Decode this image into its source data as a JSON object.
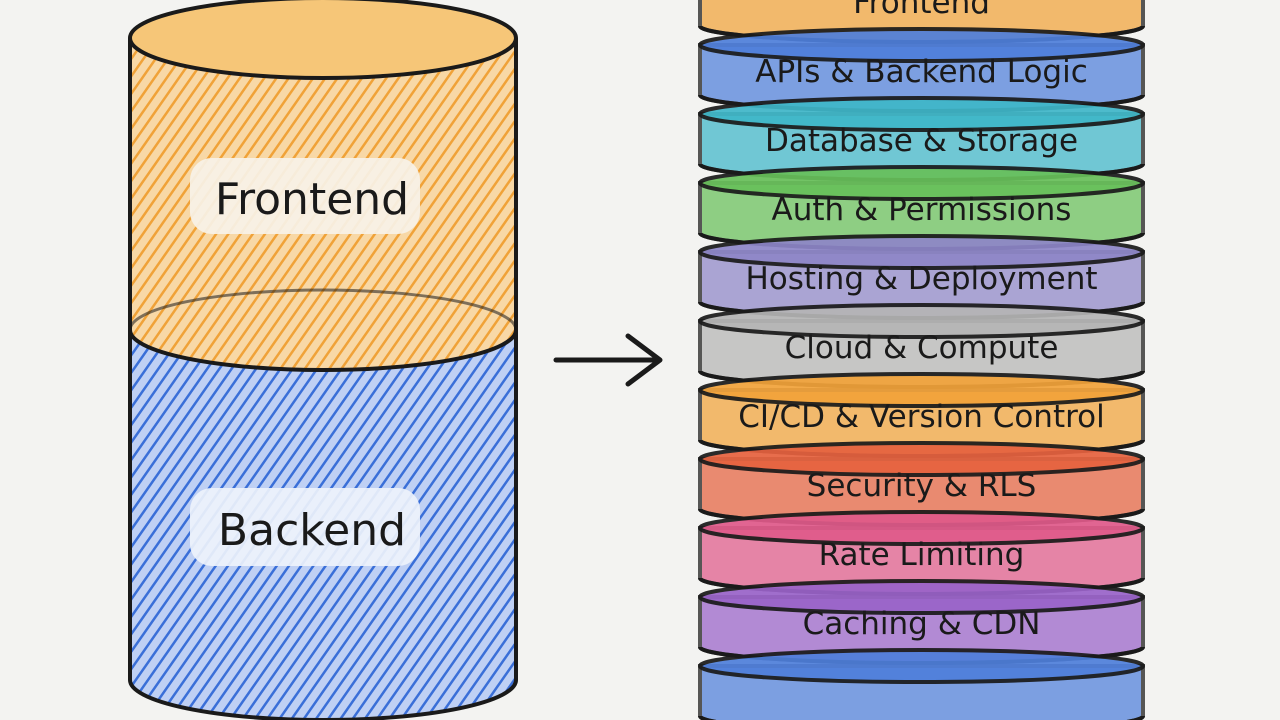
{
  "left_stack": {
    "segments": [
      {
        "label": "Frontend",
        "color": "#f2a33a"
      },
      {
        "label": "Backend",
        "color": "#3a6fd8"
      }
    ]
  },
  "right_stack": {
    "layers": [
      {
        "label": "Frontend",
        "color": "#f2a33a"
      },
      {
        "label": "APIs & Backend Logic",
        "color": "#4f7fdb"
      },
      {
        "label": "Database & Storage",
        "color": "#3fb7c9"
      },
      {
        "label": "Auth & Permissions",
        "color": "#68c05a"
      },
      {
        "label": "Hosting & Deployment",
        "color": "#8e86c8"
      },
      {
        "label": "Cloud & Compute",
        "color": "#b5b5b5"
      },
      {
        "label": "CI/CD & Version Control",
        "color": "#f2a33a"
      },
      {
        "label": "Security & RLS",
        "color": "#e6623f"
      },
      {
        "label": "Rate Limiting",
        "color": "#e05a8a"
      },
      {
        "label": "Caching & CDN",
        "color": "#9a63c9"
      },
      {
        "label": "",
        "color": "#4f7fdb"
      }
    ]
  },
  "colors": {
    "ink": "#1a1a1a",
    "background": "#f3f3f1"
  }
}
